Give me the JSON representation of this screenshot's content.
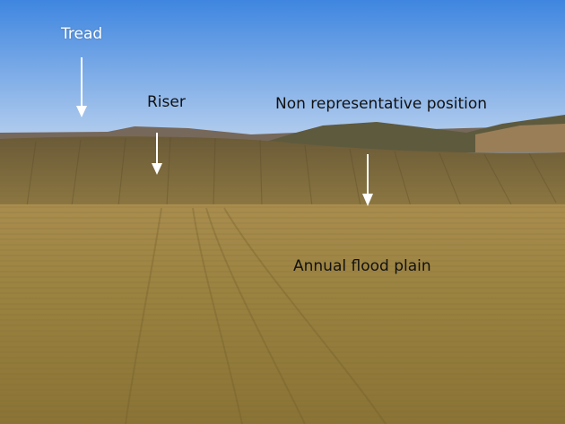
{
  "annotations": {
    "tread": "Tread",
    "riser": "Riser",
    "non_representative": "Non representative position",
    "flood_plain": "Annual flood plain"
  },
  "colors": {
    "sky_top": "#3f86e0",
    "sky_bottom": "#b8d0ee",
    "hill_far": "#6a5a48",
    "terrace_slope": "#7d6a3c",
    "field": "#9a8240",
    "label_light": "#ffffff",
    "label_dark": "#111111"
  }
}
